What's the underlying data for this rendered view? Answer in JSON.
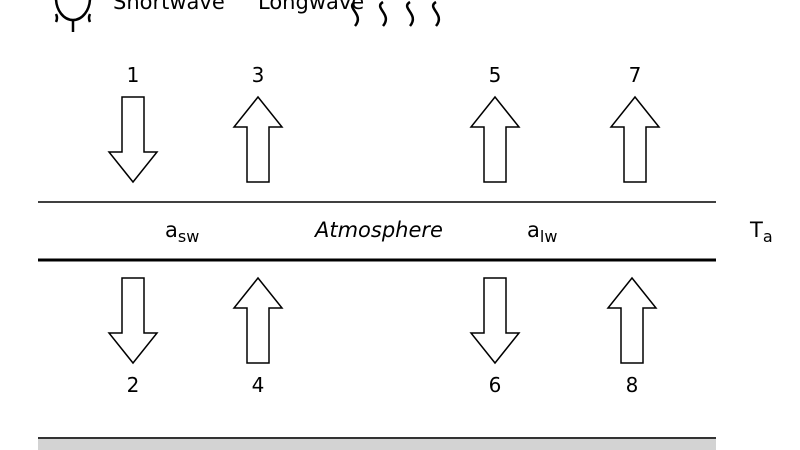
{
  "header": {
    "shortwave_label": "Shortwave",
    "longwave_label": "Longwave"
  },
  "layer": {
    "name": "Atmosphere",
    "sw_symbol": "a",
    "sw_sub": "sw",
    "lw_symbol": "a",
    "lw_sub": "lw",
    "temp_symbol": "T",
    "temp_sub": "a"
  },
  "fluxes": [
    {
      "label": "1",
      "direction": "down"
    },
    {
      "label": "3",
      "direction": "up"
    },
    {
      "label": "5",
      "direction": "up"
    },
    {
      "label": "7",
      "direction": "up"
    },
    {
      "label": "2",
      "direction": "down"
    },
    {
      "label": "4",
      "direction": "up"
    },
    {
      "label": "6",
      "direction": "down"
    },
    {
      "label": "8",
      "direction": "up"
    }
  ]
}
